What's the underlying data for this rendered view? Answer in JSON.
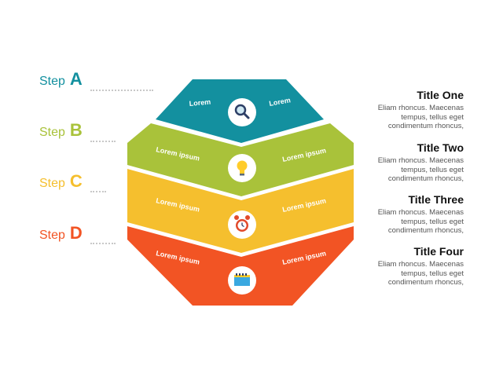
{
  "colors": {
    "teal": "#13909f",
    "green": "#a9c23a",
    "yellow": "#f5bf2e",
    "orange": "#f25424"
  },
  "steps": [
    {
      "word": "Step",
      "letter": "A",
      "color": "#13909f"
    },
    {
      "word": "Step",
      "letter": "B",
      "color": "#a9c23a"
    },
    {
      "word": "Step",
      "letter": "C",
      "color": "#f5bf2e"
    },
    {
      "word": "Step",
      "letter": "D",
      "color": "#f25424"
    }
  ],
  "segments": [
    {
      "left": "Lorem",
      "right": "Lorem",
      "icon": "magnifier-icon",
      "color": "#13909f"
    },
    {
      "left": "Lorem ipsum",
      "right": "Lorem ipsum",
      "icon": "lightbulb-icon",
      "color": "#a9c23a"
    },
    {
      "left": "Lorem ipsum",
      "right": "Lorem ipsum",
      "icon": "alarm-clock-icon",
      "color": "#f5bf2e"
    },
    {
      "left": "Lorem ipsum",
      "right": "Lorem ipsum",
      "icon": "calendar-icon",
      "color": "#f25424"
    }
  ],
  "items": [
    {
      "title": "Title One",
      "lines": [
        "Eliam rhoncus. Maecenas",
        "tempus, tellus eget",
        "condimentum rhoncus,"
      ]
    },
    {
      "title": "Title Two",
      "lines": [
        "Eliam rhoncus. Maecenas",
        "tempus, tellus eget",
        "condimentum rhoncus,"
      ]
    },
    {
      "title": "Title Three",
      "lines": [
        "Eliam rhoncus. Maecenas",
        "tempus, tellus eget",
        "condimentum rhoncus,"
      ]
    },
    {
      "title": "Title Four",
      "lines": [
        "Eliam rhoncus. Maecenas",
        "tempus, tellus eget",
        "condimentum rhoncus,"
      ]
    }
  ]
}
